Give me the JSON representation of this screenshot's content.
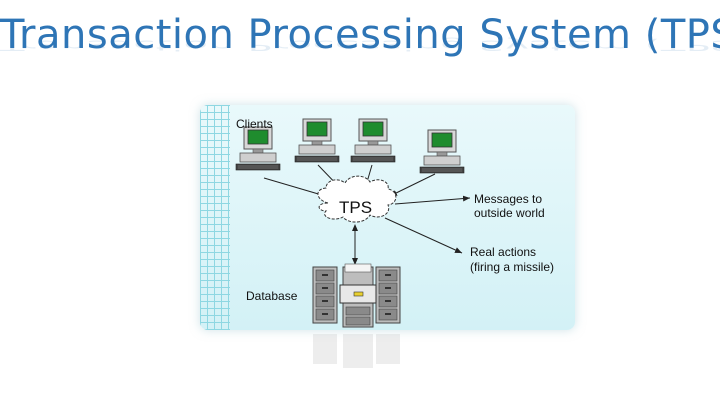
{
  "title": "Transaction Processing System (TPS)",
  "nodes": {
    "clients": "Clients",
    "tps": "TPS",
    "messages": [
      "Messages to",
      "outside world"
    ],
    "actions": [
      "Real actions",
      "(firing a missile)"
    ],
    "database": "Database"
  },
  "colors": {
    "title": "#2e75b6",
    "panel": "#d3f1f6",
    "grid": "#8ed7e2",
    "screen": "#1f8c2e"
  },
  "icons": [
    "computer-icon",
    "cloud-icon",
    "file-cabinet-icon"
  ]
}
